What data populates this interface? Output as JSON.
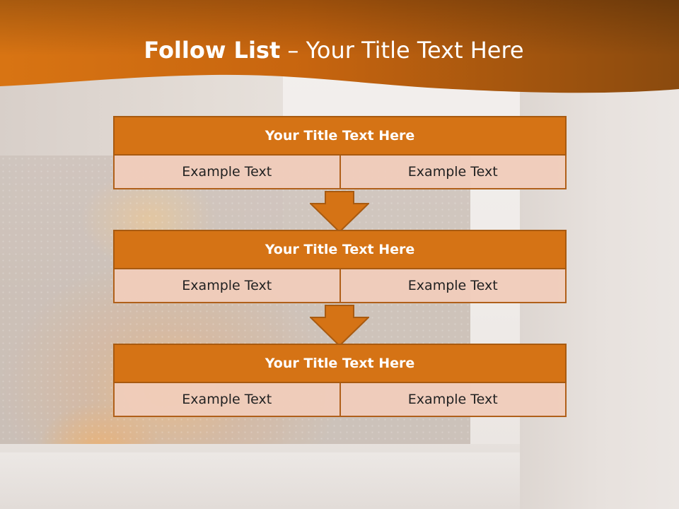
{
  "header": {
    "title_strong": "Follow List",
    "title_rest": " – Your Title Text Here"
  },
  "colors": {
    "header_orange": "#c8650f",
    "box_title": "#d57315",
    "box_border": "#a85a10",
    "box_cell": "#f0ccba"
  },
  "steps": [
    {
      "title": "Your Title Text Here",
      "left": "Example Text",
      "right": "Example Text"
    },
    {
      "title": "Your Title Text Here",
      "left": "Example Text",
      "right": "Example Text"
    },
    {
      "title": "Your Title Text Here",
      "left": "Example Text",
      "right": "Example Text"
    }
  ],
  "connectors": [
    {
      "icon": "down-arrow-icon"
    },
    {
      "icon": "down-arrow-icon"
    }
  ]
}
